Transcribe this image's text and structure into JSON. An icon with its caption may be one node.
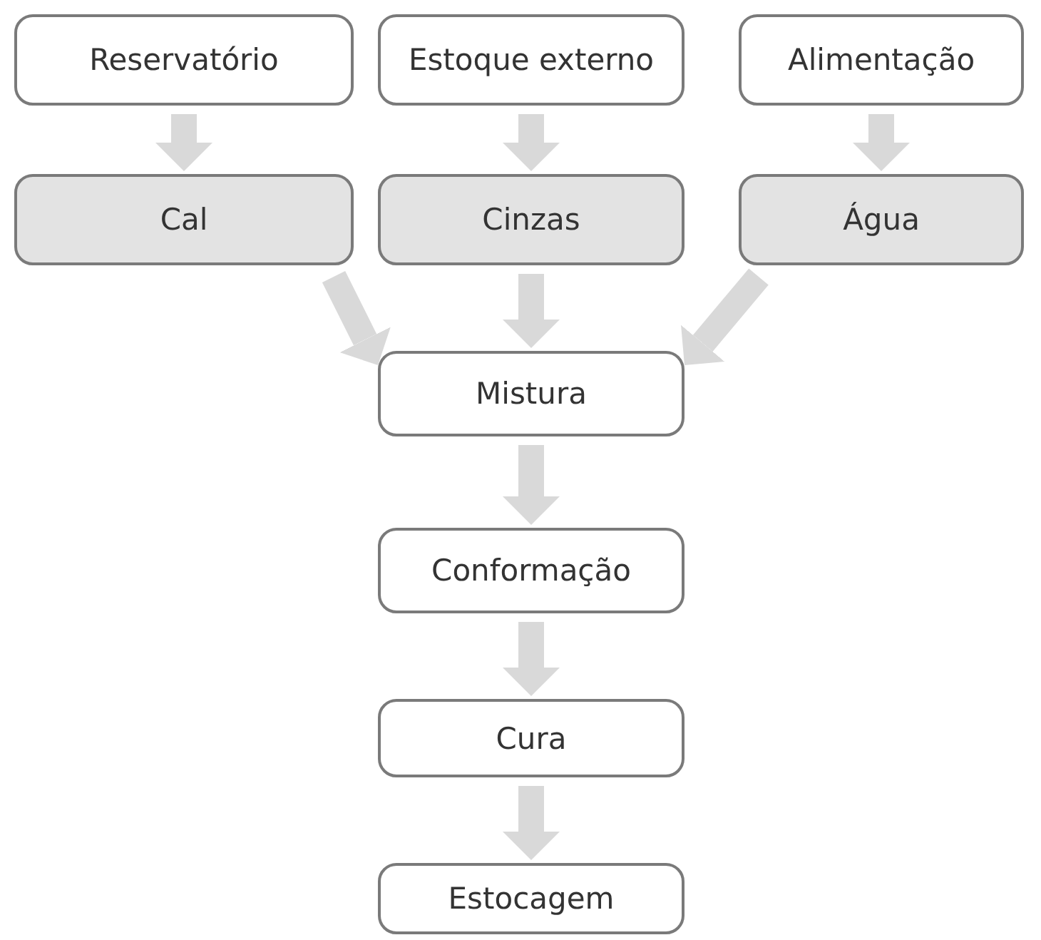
{
  "diagram": {
    "nodes": [
      {
        "text": [
          "Reservatório"
        ]
      },
      {
        "text": [
          "Estoque externo"
        ]
      },
      {
        "text": [
          "Alimentação"
        ]
      },
      {
        "text": [
          "Cal"
        ]
      },
      {
        "text": [
          "Cinzas"
        ]
      },
      {
        "text": [
          "Água"
        ]
      },
      {
        "text": [
          "Mistura"
        ]
      },
      {
        "text": [
          "Conformação"
        ]
      },
      {
        "text": [
          "Cura"
        ]
      },
      {
        "text": [
          "Estocagem"
        ]
      }
    ],
    "edges": [
      {
        "from": 0,
        "to": 3,
        "arrow": "to"
      },
      {
        "from": 1,
        "to": 4,
        "arrow": "to"
      },
      {
        "from": 2,
        "to": 5,
        "arrow": "to"
      },
      {
        "from": 3,
        "to": 6,
        "arrow": "to"
      },
      {
        "from": 4,
        "to": 6,
        "arrow": "to"
      },
      {
        "from": 5,
        "to": 6,
        "arrow": "to"
      },
      {
        "from": 6,
        "to": 7,
        "arrow": "to"
      },
      {
        "from": 7,
        "to": 8,
        "arrow": "to"
      },
      {
        "from": 8,
        "to": 9,
        "arrow": "to"
      }
    ]
  }
}
